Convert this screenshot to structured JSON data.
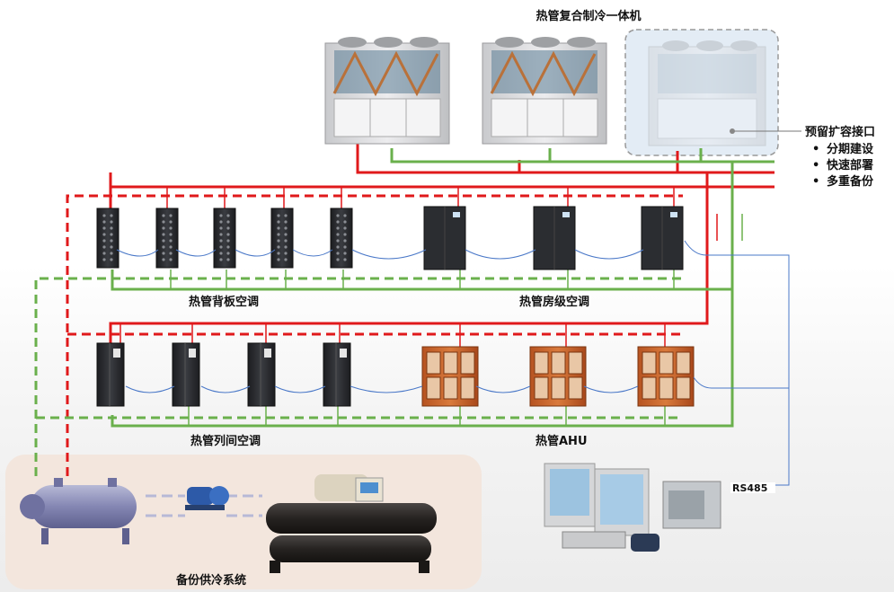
{
  "labels": {
    "chiller_title": "热管复合制冷一体机",
    "reserved_title": "预留扩容接口",
    "reserved_items": [
      "分期建设",
      "快速部署",
      "多重备份"
    ],
    "backplate_label": "热管背板空调",
    "room_label": "热管房级空调",
    "inrow_label": "热管列间空调",
    "ahu_label": "热管AHU",
    "backup_label": "备份供冷系统",
    "rs485_label": "RS485"
  },
  "colors": {
    "supply_line": "#e0191b",
    "return_line": "#6ab04c",
    "signal_line": "#4a78c8",
    "cabinet": "#2b2d31",
    "ahu": "#c8642a",
    "chiller_frame": "#d9dadc"
  },
  "icons": {
    "chiller": "chiller-unit-icon",
    "rack_backplate": "rack-backplate-icon",
    "room_unit": "room-ac-icon",
    "inrow_unit": "inrow-ac-icon",
    "ahu": "ahu-icon",
    "heat_exchanger": "heat-exchanger-icon",
    "pump": "pump-icon",
    "centrifugal_chiller": "centrifugal-chiller-icon",
    "workstation": "monitor-workstation-icon"
  }
}
